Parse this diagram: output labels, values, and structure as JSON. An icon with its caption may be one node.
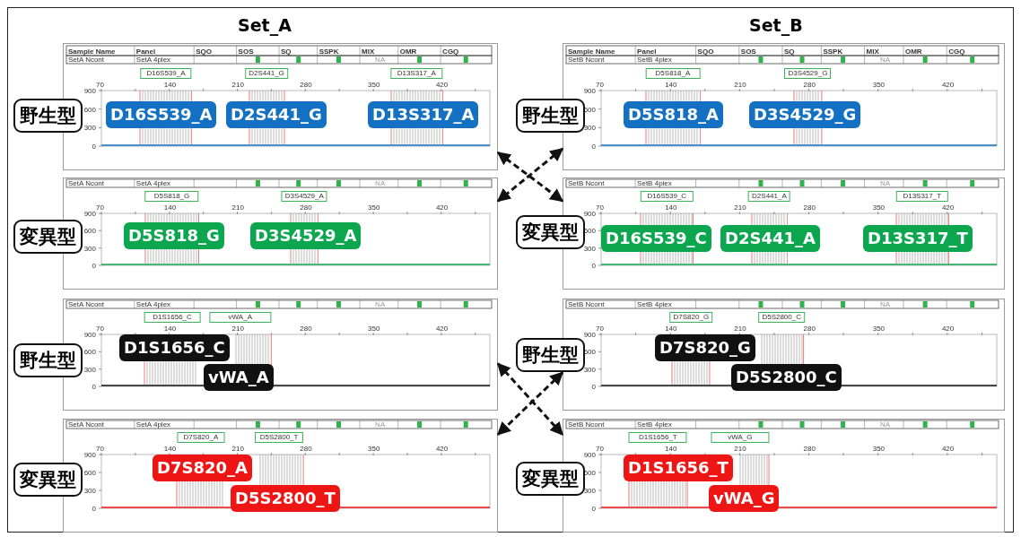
{
  "diagram": {
    "nodes": [
      {
        "text": [
          "野生型"
        ]
      },
      {
        "text": [
          "Sample Name",
          "Panel",
          "SQO",
          "SOS",
          "SQ",
          "SSPK",
          "MIX",
          "OMR",
          "CGQ",
          "SetA Ncont",
          "SetA 4plex",
          "NA",
          "70",
          "140",
          "210",
          "280",
          "350",
          "420",
          "900",
          "600",
          "300",
          "0"
        ]
      },
      {
        "text": [
          "D16S539_A"
        ],
        "in": 1
      },
      {
        "text": [
          "D2S441_G"
        ],
        "in": 1
      },
      {
        "text": [
          "D13S317_A"
        ],
        "in": 1
      },
      {
        "text": [
          "D16S539_A"
        ],
        "in": 1
      },
      {
        "text": [
          "D2S441_G"
        ],
        "in": 1
      },
      {
        "text": [
          "D13S317_A"
        ],
        "in": 1
      },
      {
        "text": [
          "野生型"
        ]
      },
      {
        "text": [
          "Sample Name",
          "Panel",
          "SQO",
          "SOS",
          "SQ",
          "SSPK",
          "MIX",
          "OMR",
          "CGQ",
          "SetB Ncont",
          "SetB 4plex",
          "NA",
          "70",
          "140",
          "210",
          "280",
          "350",
          "420",
          "900",
          "600",
          "300",
          "0"
        ]
      },
      {
        "text": [
          "D5S818_A"
        ],
        "in": 9
      },
      {
        "text": [
          "D3S4529_G"
        ],
        "in": 9
      },
      {
        "text": [
          "D5S818_A"
        ],
        "in": 9
      },
      {
        "text": [
          "D3S4529_G"
        ],
        "in": 9
      },
      {
        "text": [
          "変異型"
        ]
      },
      {
        "text": [
          "SetA Ncont",
          "SetA 4plex",
          "NA",
          "70",
          "140",
          "210",
          "280",
          "350",
          "420",
          "900",
          "600",
          "300",
          "0"
        ]
      },
      {
        "text": [
          "D5S818_G"
        ],
        "in": 15
      },
      {
        "text": [
          "D3S4529_A"
        ],
        "in": 15
      },
      {
        "text": [
          "D5S818_G"
        ],
        "in": 15
      },
      {
        "text": [
          "D3S4529_A"
        ],
        "in": 15
      },
      {
        "text": [
          "変異型"
        ]
      },
      {
        "text": [
          "SetB Ncont",
          "SetB 4plex",
          "NA",
          "70",
          "140",
          "210",
          "280",
          "350",
          "420",
          "900",
          "600",
          "300",
          "0"
        ]
      },
      {
        "text": [
          "D16S539_C"
        ],
        "in": 21
      },
      {
        "text": [
          "D2S441_A"
        ],
        "in": 21
      },
      {
        "text": [
          "D13S317_T"
        ],
        "in": 21
      },
      {
        "text": [
          "D16S539_C"
        ],
        "in": 21
      },
      {
        "text": [
          "D2S441_A"
        ],
        "in": 21
      },
      {
        "text": [
          "D13S317_T"
        ],
        "in": 21
      },
      {
        "text": [
          "野生型"
        ]
      },
      {
        "text": [
          "SetA Ncont",
          "SetA 4plex",
          "NA",
          "70",
          "140",
          "210",
          "280",
          "350",
          "420",
          "900",
          "600",
          "300",
          "0"
        ]
      },
      {
        "text": [
          "D1S1656_C"
        ],
        "in": 29
      },
      {
        "text": [
          "vWA_A"
        ],
        "in": 29
      },
      {
        "text": [
          "D1S1656_C"
        ],
        "in": 29
      },
      {
        "text": [
          "vWA_A"
        ],
        "in": 29
      },
      {
        "text": [
          "野生型"
        ]
      },
      {
        "text": [
          "SetB Ncont",
          "SetB 4plex",
          "NA",
          "70",
          "140",
          "210",
          "280",
          "350",
          "420",
          "900",
          "600",
          "300",
          "0"
        ]
      },
      {
        "text": [
          "D7S820_G"
        ],
        "in": 35
      },
      {
        "text": [
          "D5S2800_C"
        ],
        "in": 35
      },
      {
        "text": [
          "D7S820_G"
        ],
        "in": 35
      },
      {
        "text": [
          "D5S2800_C"
        ],
        "in": 35
      },
      {
        "text": [
          "変異型"
        ]
      },
      {
        "text": [
          "SetA Ncont",
          "SetA 4plex",
          "NA",
          "70",
          "140",
          "210",
          "280",
          "350",
          "420",
          "900",
          "600",
          "300",
          "0"
        ]
      },
      {
        "text": [
          "D7S820_A"
        ],
        "in": 41
      },
      {
        "text": [
          "D5S2800_T"
        ],
        "in": 41
      },
      {
        "text": [
          "D7S820_A"
        ],
        "in": 41
      },
      {
        "text": [
          "D5S2800_T"
        ],
        "in": 41
      },
      {
        "text": [
          "変異型"
        ]
      },
      {
        "text": [
          "SetB Ncont",
          "SetB 4plex",
          "NA",
          "70",
          "140",
          "210",
          "280",
          "350",
          "420",
          "900",
          "600",
          "300",
          "0"
        ]
      },
      {
        "text": [
          "D1S1656_T"
        ],
        "in": 47
      },
      {
        "text": [
          "vWA_G"
        ],
        "in": 47
      },
      {
        "text": [
          "D1S1656_T"
        ],
        "in": 47
      },
      {
        "text": [
          "vWA_G"
        ],
        "in": 47
      }
    ],
    "edges": [
      {
        "from": 1,
        "to": 21,
        "arrow": "both",
        "style": "dashed"
      },
      {
        "from": 9,
        "to": 15,
        "arrow": "both",
        "style": "dashed"
      },
      {
        "from": 29,
        "to": 47,
        "arrow": "both",
        "style": "dashed"
      },
      {
        "from": 35,
        "to": 41,
        "arrow": "both",
        "style": "dashed"
      }
    ],
    "labels": [
      "Set_A",
      "Set_B"
    ]
  }
}
